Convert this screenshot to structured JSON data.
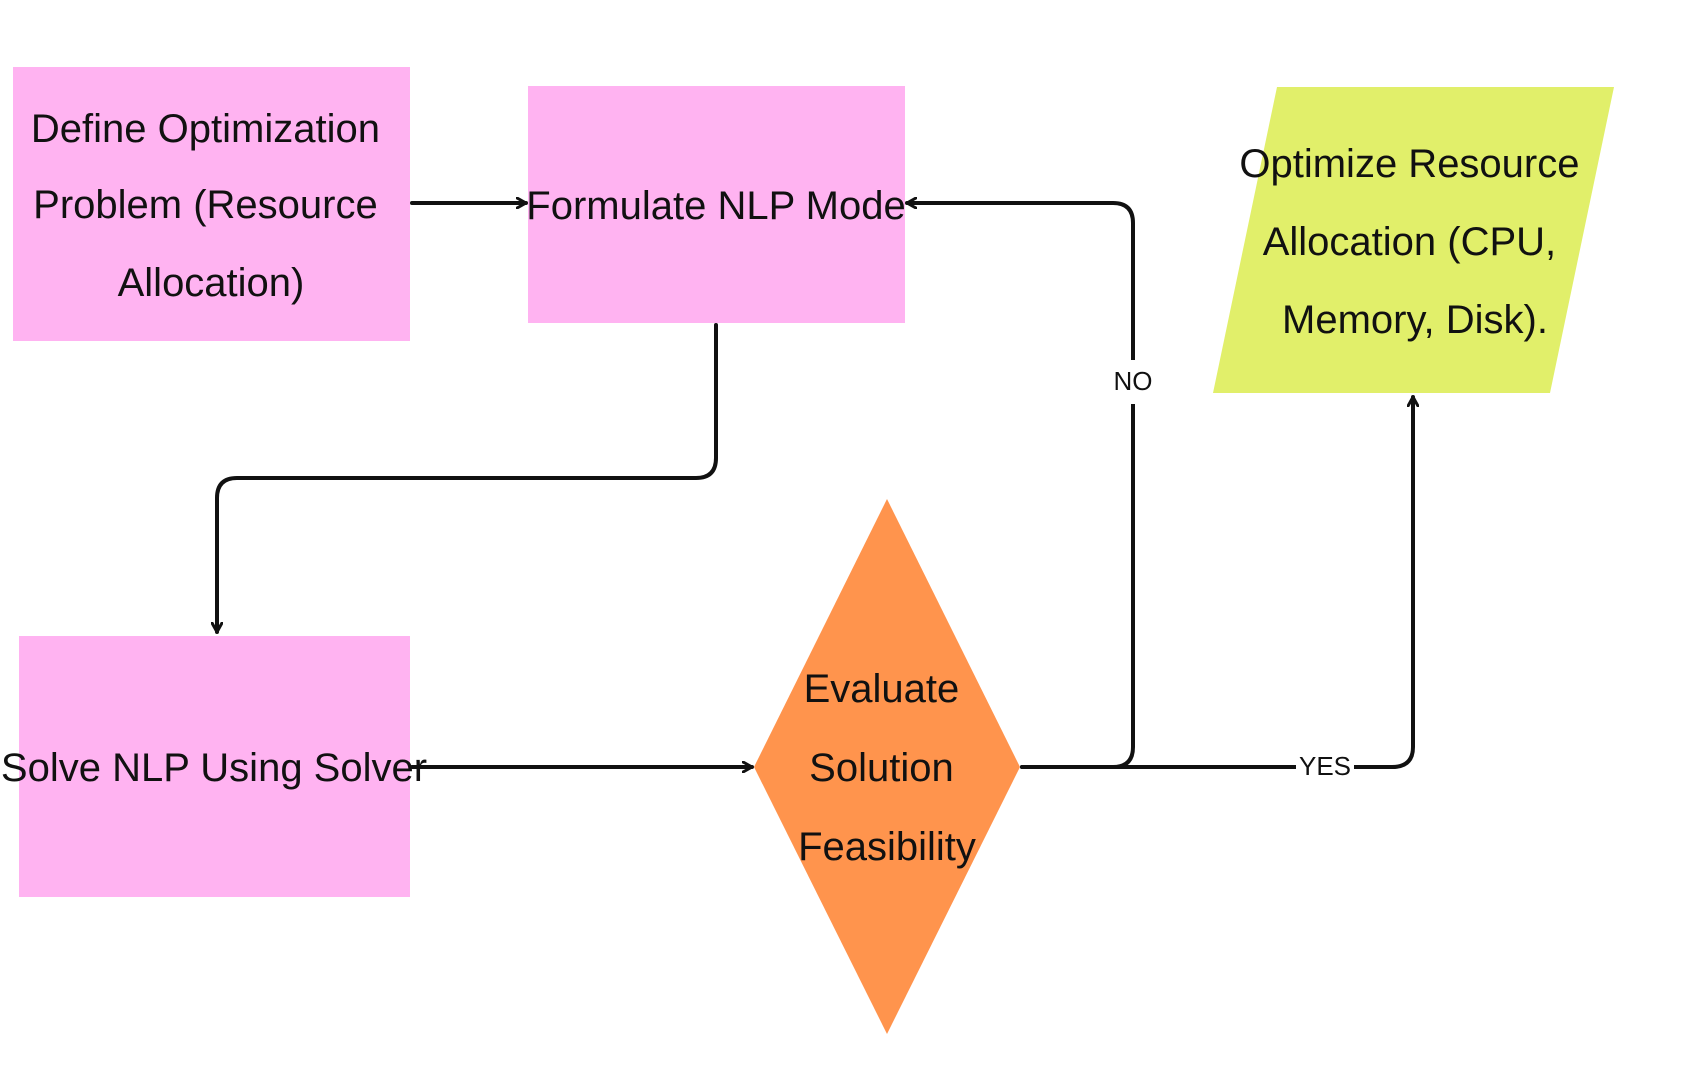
{
  "colors": {
    "process": "#ffb3f1",
    "decision": "#ff944d",
    "output": "#e1ef6a",
    "line": "#111111",
    "text": "#111111"
  },
  "nodes": {
    "define": {
      "lines": [
        "Define Optimization",
        "Problem (Resource",
        "Allocation)"
      ]
    },
    "formulate": {
      "lines": [
        "Formulate NLP Mode"
      ]
    },
    "solve": {
      "lines": [
        "Solve NLP Using Solver"
      ]
    },
    "evaluate": {
      "lines": [
        "Evaluate",
        "Solution",
        "Feasibility"
      ]
    },
    "optimize": {
      "lines": [
        "Optimize Resource",
        "Allocation (CPU,",
        "Memory, Disk)."
      ]
    }
  },
  "edges": {
    "no_label": "NO",
    "yes_label": "YES"
  }
}
